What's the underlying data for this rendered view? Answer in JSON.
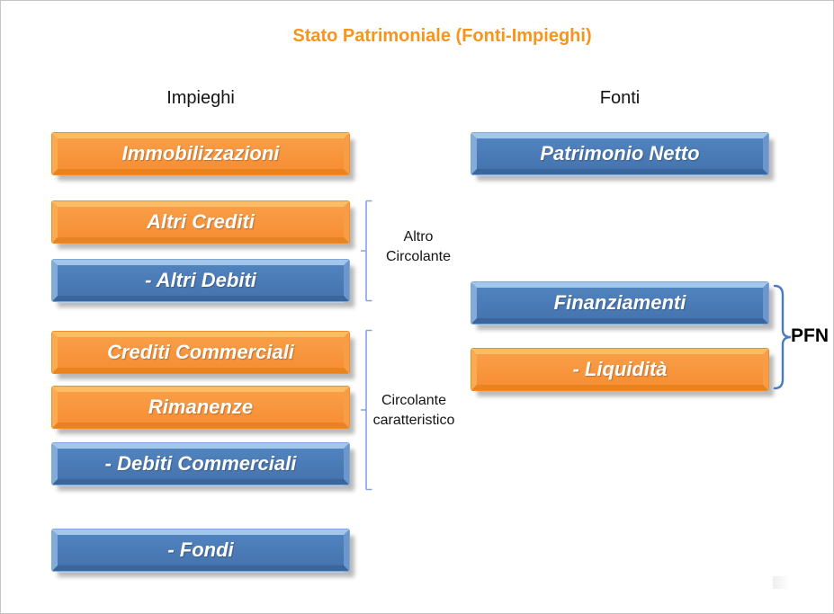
{
  "title": "Stato Patrimoniale (Fonti-Impieghi)",
  "impieghi": {
    "header": "Impieghi",
    "boxes": [
      {
        "label": "Immobilizzazioni",
        "style": "orange"
      },
      {
        "label": "Altri Crediti",
        "style": "orange"
      },
      {
        "label": "- Altri Debiti",
        "style": "blue"
      },
      {
        "label": "Crediti Commerciali",
        "style": "orange"
      },
      {
        "label": "Rimanenze",
        "style": "orange"
      },
      {
        "label": "- Debiti Commerciali",
        "style": "blue"
      },
      {
        "label": "- Fondi",
        "style": "blue"
      }
    ]
  },
  "fonti": {
    "header": "Fonti",
    "boxes": [
      {
        "label": "Patrimonio Netto",
        "style": "blue"
      },
      {
        "label": "Finanziamenti",
        "style": "blue"
      },
      {
        "label": "- Liquidità",
        "style": "orange"
      }
    ]
  },
  "groups": {
    "altro_circolante": {
      "line1": "Altro",
      "line2": "Circolante"
    },
    "circolante_caratteristico": {
      "line1": "Circolante",
      "line2": "caratteristico"
    },
    "pfn": {
      "label": "PFN"
    }
  },
  "colors": {
    "title_orange": "#F7941D",
    "box_orange_fill": "#F79646",
    "box_blue_fill": "#4F81BD",
    "bracket_blue": "#85A3D8",
    "brace_blue": "#4B79C2",
    "box_text": "#FFFFFF",
    "label_text": "#141414"
  }
}
